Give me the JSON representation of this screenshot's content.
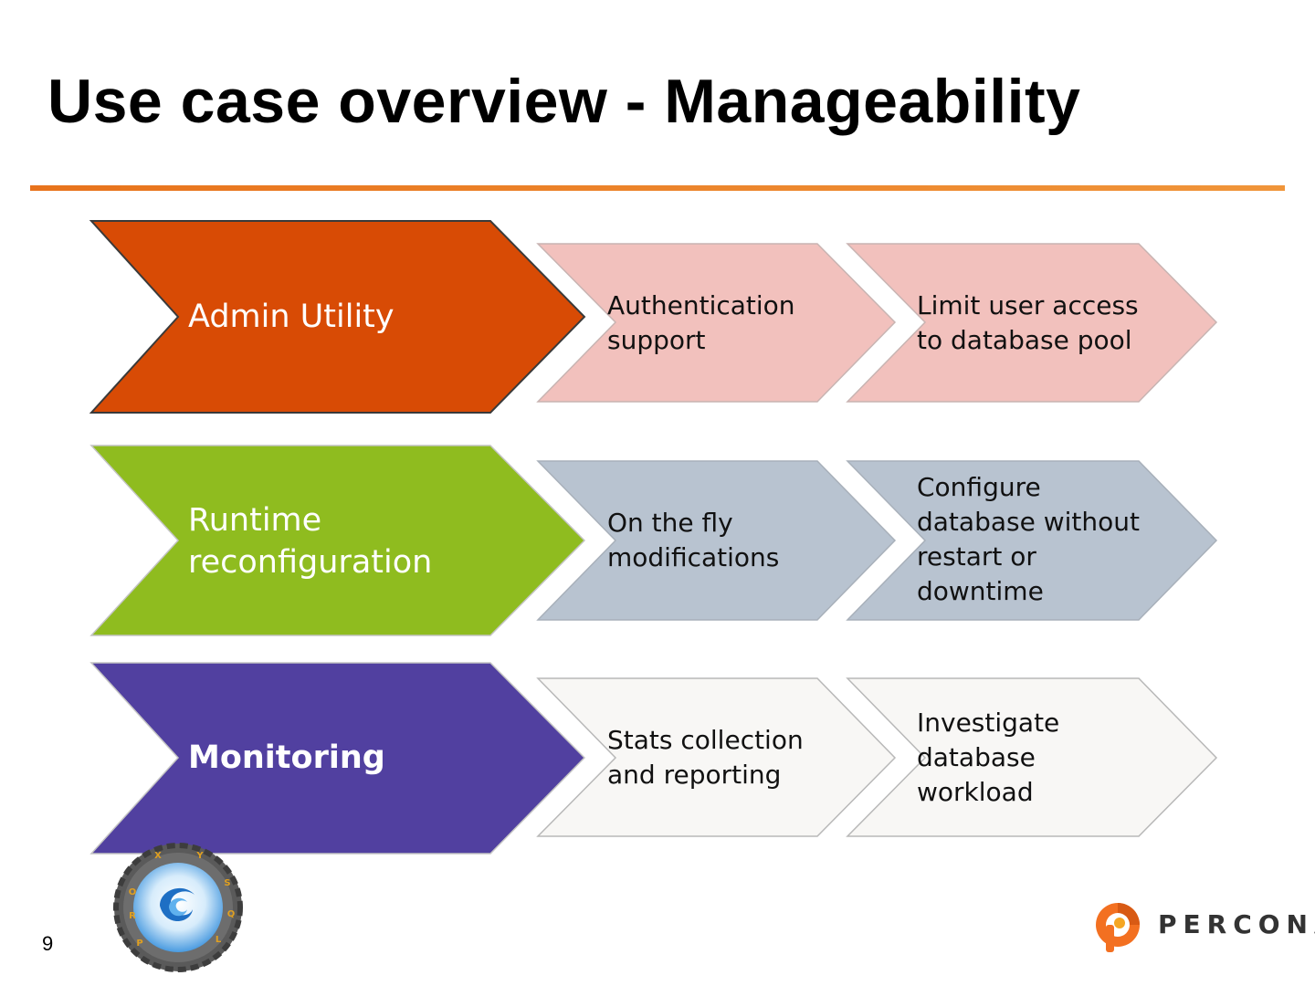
{
  "slide": {
    "title": "Use case overview - Manageability",
    "page_number": "9"
  },
  "rows": [
    {
      "main": "Admin Utility",
      "sub1": "Authentication\nsupport",
      "sub2": "Limit user access\nto database pool"
    },
    {
      "main": "Runtime\nreconfiguration",
      "sub1": "On the fly\nmodifications",
      "sub2": "Configure\ndatabase without\nrestart or\ndowntime"
    },
    {
      "main": "Monitoring",
      "sub1": "Stats collection\nand reporting",
      "sub2": "Investigate\ndatabase\nworkload"
    }
  ],
  "colors": {
    "accent_rule": "#e8731c",
    "row1_main": "#d84b05",
    "row1_sub": "#f2c1bd",
    "row2_main": "#8fbc1f",
    "row2_sub": "#b8c3d0",
    "row3_main": "#5140a0",
    "row3_sub": "#f8f7f5"
  },
  "logos": {
    "proxysql_ring_text": "PROXYSQL",
    "percona": "PERCONA"
  }
}
